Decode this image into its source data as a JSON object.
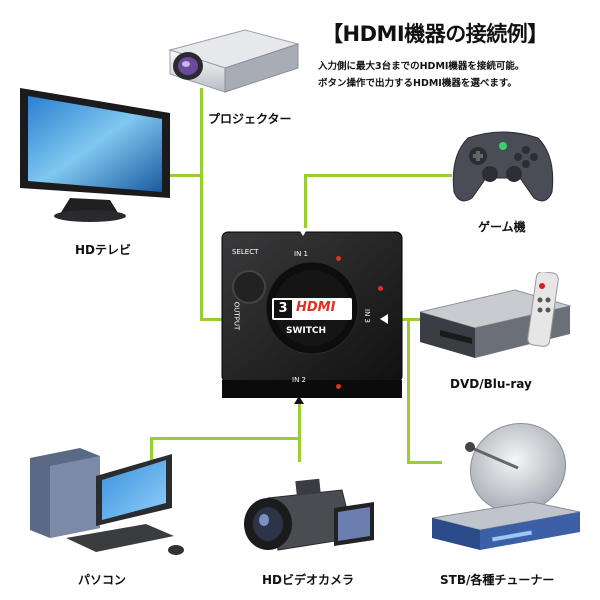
{
  "title": "【HDMI機器の接続例】",
  "description": [
    "入力側に最大3台までのHDMI機器を接続可能。",
    "ボタン操作で出力するHDMI機器を選べます。"
  ],
  "devices": {
    "projector": "プロジェクター",
    "tv": "HDテレビ",
    "game": "ゲーム機",
    "dvd": "DVD/Blu-ray",
    "pc": "パソコン",
    "camera": "HDビデオカメラ",
    "stb": "STB/各種チューナー"
  },
  "switch": {
    "select_label": "SELECT",
    "in1_label": "IN 1",
    "in2_label": "IN 2",
    "in3_label": "IN 3",
    "output_label": "OUTPUT",
    "badge_number": "3",
    "badge_logo": "HDMI",
    "badge_text": "SWITCH"
  },
  "colors": {
    "wire": "#9acd32",
    "switch_body": "#1a1a1a",
    "badge_red": "#e03020"
  }
}
